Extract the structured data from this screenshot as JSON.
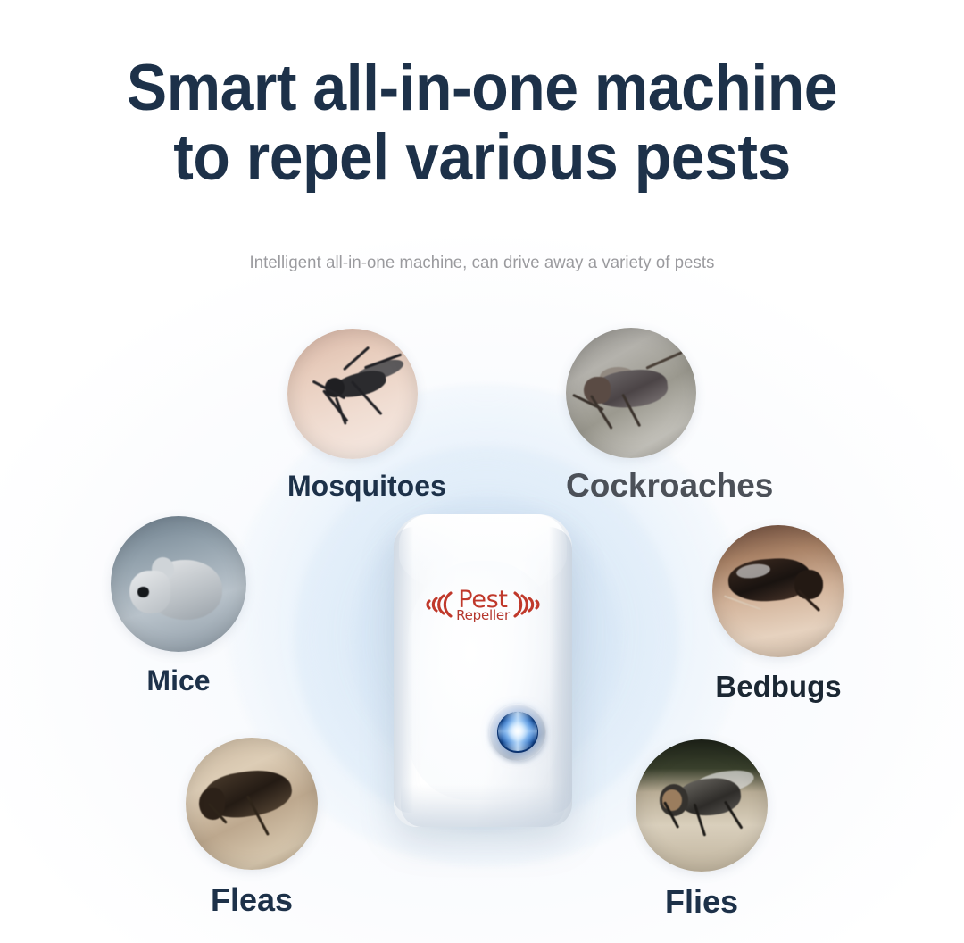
{
  "headline": {
    "line1": "Smart all-in-one machine",
    "line2": "to repel various pests",
    "color": "#1d3149"
  },
  "subtitle": {
    "text": "Intelligent all-in-one machine, can drive away a variety of pests",
    "color": "#9a9a9e"
  },
  "device": {
    "brand_main": "Pest",
    "brand_sub": "Repeller",
    "brand_color": "#c0392b",
    "led_color": "#1f6fd0",
    "body_color": "#ffffff"
  },
  "pests": [
    {
      "id": "mosquitoes",
      "label": "Mosquitoes",
      "label_color": "#1d3149",
      "photo_alt": "close-up of a mosquito biting human skin"
    },
    {
      "id": "cockroaches",
      "label": "Cockroaches",
      "label_color": "#4b5058",
      "photo_alt": "close-up of a cockroach on gray stone"
    },
    {
      "id": "mice",
      "label": "Mice",
      "label_color": "#1d3149",
      "photo_alt": "close-up of a gray house mouse"
    },
    {
      "id": "bedbugs",
      "label": "Bedbugs",
      "label_color": "#1b2733",
      "photo_alt": "close-up of a dark bedbug on skin"
    },
    {
      "id": "fleas",
      "label": "Fleas",
      "label_color": "#1d3149",
      "photo_alt": "close-up of a brown flea on beige surface"
    },
    {
      "id": "flies",
      "label": "Flies",
      "label_color": "#1d3149",
      "photo_alt": "close-up of a housefly on sandy ground"
    }
  ],
  "background": {
    "page_color": "#ffffff",
    "halo_color": "#dfeaf6"
  }
}
